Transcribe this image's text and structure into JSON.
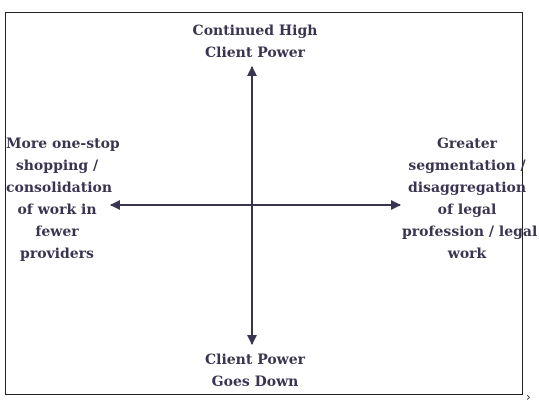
{
  "diagram": {
    "top_label": [
      "Continued High",
      "Client Power"
    ],
    "bottom_label": [
      "Client Power",
      "Goes Down"
    ],
    "left_label": [
      "More one-stop",
      "shopping /",
      "consolidation",
      "of work in",
      "fewer",
      "providers"
    ],
    "right_label": [
      "Greater",
      "segmentation /",
      "disaggregation",
      "of legal",
      "profession / legal",
      "work"
    ],
    "axis_color": "#3b3450",
    "text_color": "#3b3450"
  },
  "trailing_mark": "›"
}
